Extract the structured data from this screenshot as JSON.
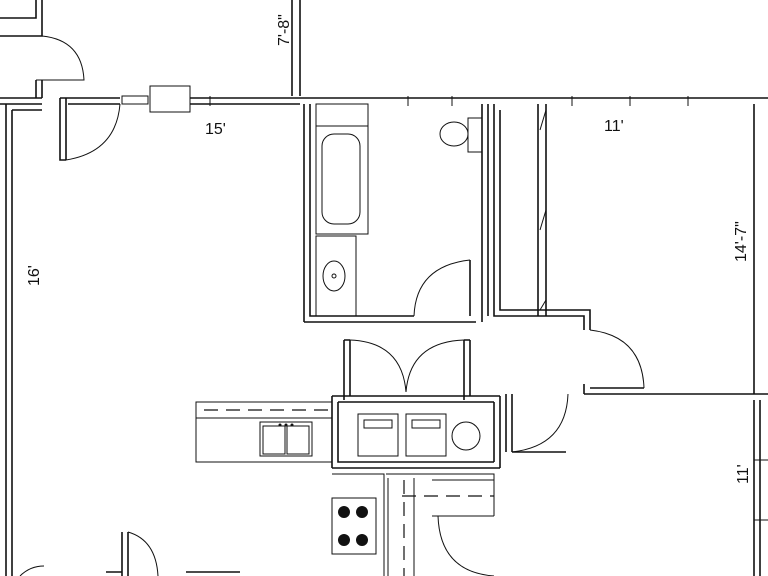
{
  "dimensions": {
    "top_room_height": "7'-8\"",
    "living_width": "15'",
    "living_depth": "16'",
    "bedroom_width": "11'",
    "bedroom_depth": "14'-7\"",
    "second_bedroom_width": "11'"
  }
}
